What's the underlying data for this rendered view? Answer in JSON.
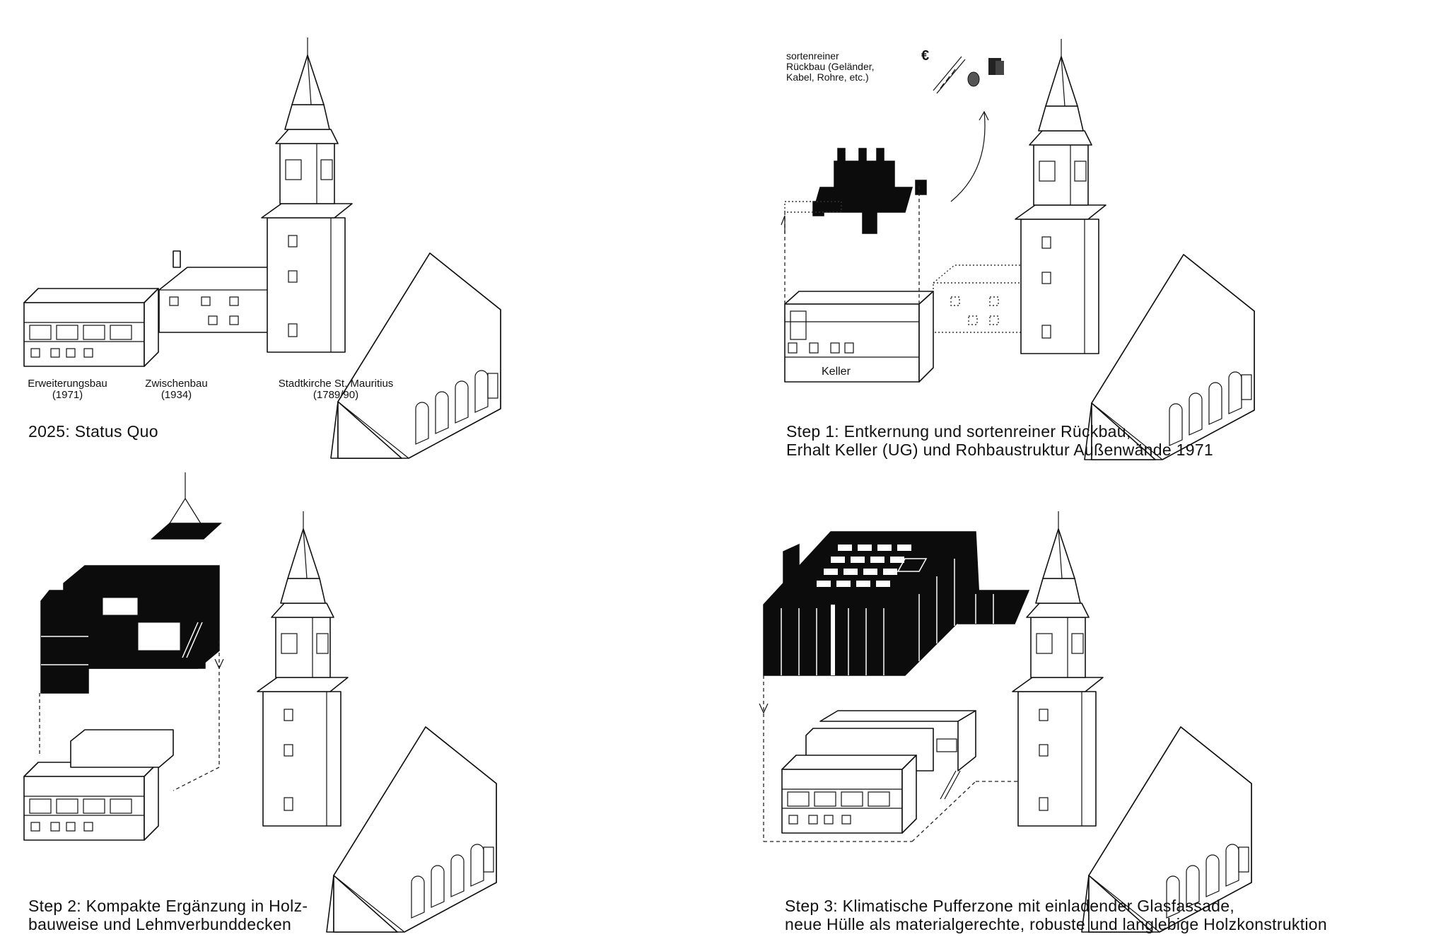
{
  "panels": {
    "status_quo": {
      "caption": "2025: Status Quo",
      "labels": [
        {
          "name": "Erweiterungsbau",
          "year": "(1971)"
        },
        {
          "name": "Zwischenbau",
          "year": "(1934)"
        },
        {
          "name": "Stadtkirche St. Mauritius",
          "year": "(1789/90)"
        }
      ]
    },
    "step1": {
      "caption_line1": "Step 1: Entkernung und sortenreiner Rückbau,",
      "caption_line2": "Erhalt Keller (UG) und Rohbaustruktur Außenwände 1971",
      "note_line1": "sortenreiner",
      "note_line2": "Rückbau (Geländer,",
      "note_line3": "Kabel, Rohre, etc.)",
      "euro_symbol": "€",
      "keller_label": "Keller"
    },
    "step2": {
      "caption_line1": "Step 2: Kompakte Ergänzung in Holz-",
      "caption_line2": "bauweise und Lehmverbunddecken"
    },
    "step3": {
      "caption_line1": "Step 3: Klimatische Pufferzone mit einladender Glasfassade,",
      "caption_line2": "neue Hülle als materialgerechte, robuste und langlebige Holzkonstruktion"
    }
  }
}
